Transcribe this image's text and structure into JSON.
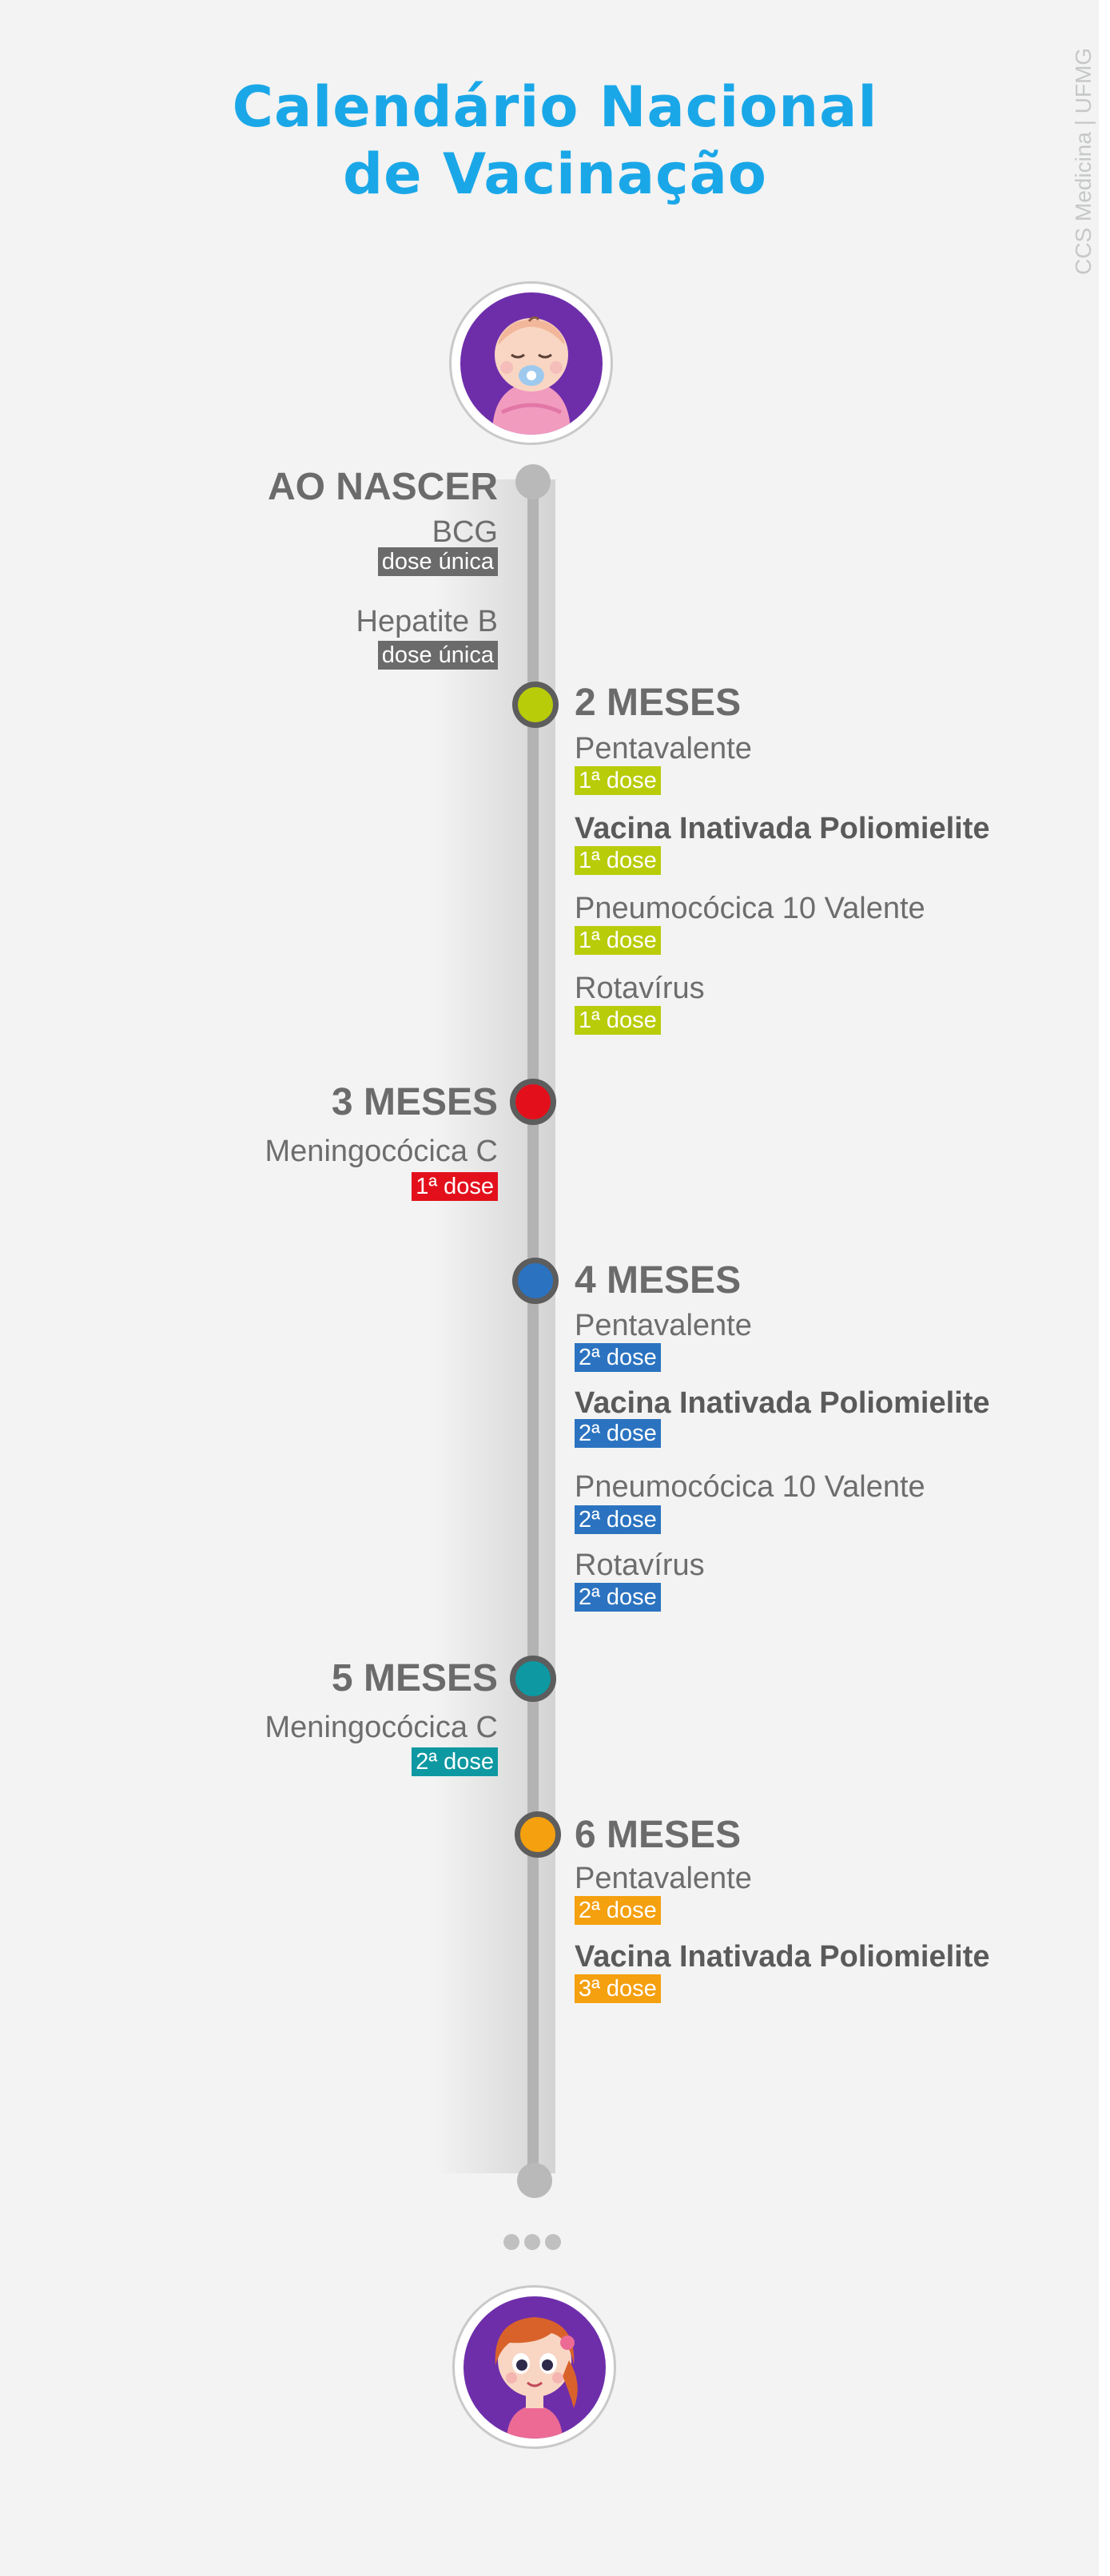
{
  "title": {
    "line1": "Calendário Nacional",
    "line2": "de Vacinação"
  },
  "credit": "CCS Medicina | UFMG",
  "colors": {
    "title": "#1aa7e8",
    "grey": "#6b6b6b",
    "m2": "#b9cc0a",
    "m3": "#e3101c",
    "m4": "#2b73c0",
    "m5": "#0e98a2",
    "m6": "#f5a00f",
    "avatar_bg": "#6e2eaa"
  },
  "icons": {
    "top": "baby-avatar-icon",
    "bottom": "girl-avatar-icon"
  },
  "schedule": [
    {
      "age": "AO NASCER",
      "vaccines": [
        {
          "name": "BCG",
          "dose": "dose única"
        },
        {
          "name": "Hepatite B",
          "dose": "dose única"
        }
      ]
    },
    {
      "age": "2 MESES",
      "vaccines": [
        {
          "name": "Pentavalente",
          "dose": "1ª dose"
        },
        {
          "name": "Vacina Inativada Poliomielite",
          "dose": "1ª dose"
        },
        {
          "name": "Pneumocócica 10 Valente",
          "dose": "1ª dose"
        },
        {
          "name": "Rotavírus",
          "dose": "1ª dose"
        }
      ]
    },
    {
      "age": "3 MESES",
      "vaccines": [
        {
          "name": "Meningocócica C",
          "dose": "1ª dose"
        }
      ]
    },
    {
      "age": "4 MESES",
      "vaccines": [
        {
          "name": "Pentavalente",
          "dose": "2ª dose"
        },
        {
          "name": "Vacina Inativada Poliomielite",
          "dose": "2ª dose"
        },
        {
          "name": "Pneumocócica 10 Valente",
          "dose": "2ª dose"
        },
        {
          "name": "Rotavírus",
          "dose": "2ª dose"
        }
      ]
    },
    {
      "age": "5 MESES",
      "vaccines": [
        {
          "name": "Meningocócica C",
          "dose": "2ª dose"
        }
      ]
    },
    {
      "age": "6 MESES",
      "vaccines": [
        {
          "name": "Pentavalente",
          "dose": "2ª dose"
        },
        {
          "name": "Vacina Inativada Poliomielite",
          "dose": "3ª dose"
        }
      ]
    }
  ]
}
